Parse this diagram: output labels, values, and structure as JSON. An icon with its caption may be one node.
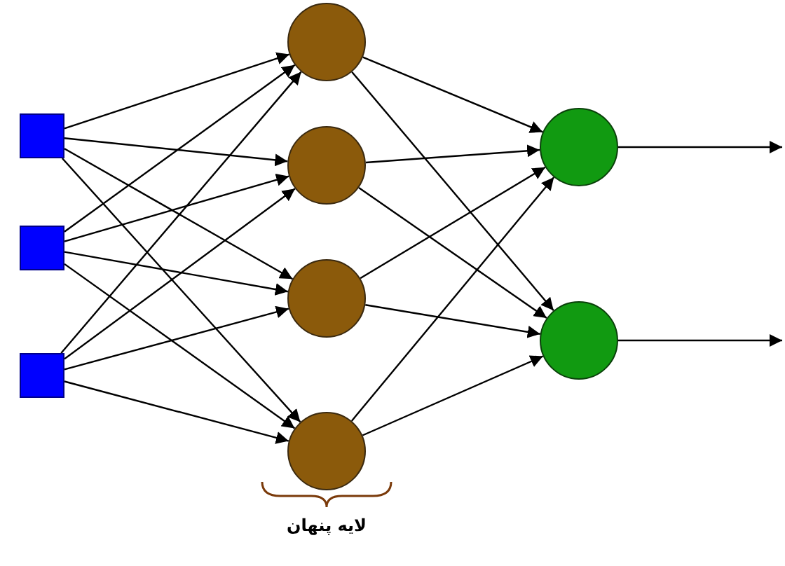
{
  "diagram": {
    "nodes": [
      {
        "text": [],
        "shape": "box"
      },
      {
        "text": [],
        "shape": "box"
      },
      {
        "text": [],
        "shape": "box"
      },
      {
        "text": [],
        "shape": "circle"
      },
      {
        "text": [],
        "shape": "circle"
      },
      {
        "text": [],
        "shape": "circle"
      },
      {
        "text": [],
        "shape": "circle"
      },
      {
        "text": [],
        "shape": "circle"
      },
      {
        "text": [],
        "shape": "circle"
      }
    ],
    "edges": [
      {
        "from": 0,
        "to": 3,
        "arrow": "to"
      },
      {
        "from": 0,
        "to": 4,
        "arrow": "to"
      },
      {
        "from": 0,
        "to": 5,
        "arrow": "to"
      },
      {
        "from": 0,
        "to": 6,
        "arrow": "to"
      },
      {
        "from": 1,
        "to": 3,
        "arrow": "to"
      },
      {
        "from": 1,
        "to": 4,
        "arrow": "to"
      },
      {
        "from": 1,
        "to": 5,
        "arrow": "to"
      },
      {
        "from": 1,
        "to": 6,
        "arrow": "to"
      },
      {
        "from": 2,
        "to": 3,
        "arrow": "to"
      },
      {
        "from": 2,
        "to": 4,
        "arrow": "to"
      },
      {
        "from": 2,
        "to": 5,
        "arrow": "to"
      },
      {
        "from": 2,
        "to": 6,
        "arrow": "to"
      },
      {
        "from": 3,
        "to": 7,
        "arrow": "to"
      },
      {
        "from": 3,
        "to": 8,
        "arrow": "to"
      },
      {
        "from": 4,
        "to": 7,
        "arrow": "to"
      },
      {
        "from": 4,
        "to": 8,
        "arrow": "to"
      },
      {
        "from": 5,
        "to": 7,
        "arrow": "to"
      },
      {
        "from": 5,
        "to": 8,
        "arrow": "to"
      },
      {
        "from": 6,
        "to": 7,
        "arrow": "to"
      },
      {
        "from": 6,
        "to": 8,
        "arrow": "to"
      },
      {
        "from": 7,
        "to": null,
        "arrow": "to"
      },
      {
        "from": 8,
        "to": null,
        "arrow": "to"
      }
    ],
    "labels": [
      "لایه پنهان"
    ]
  }
}
